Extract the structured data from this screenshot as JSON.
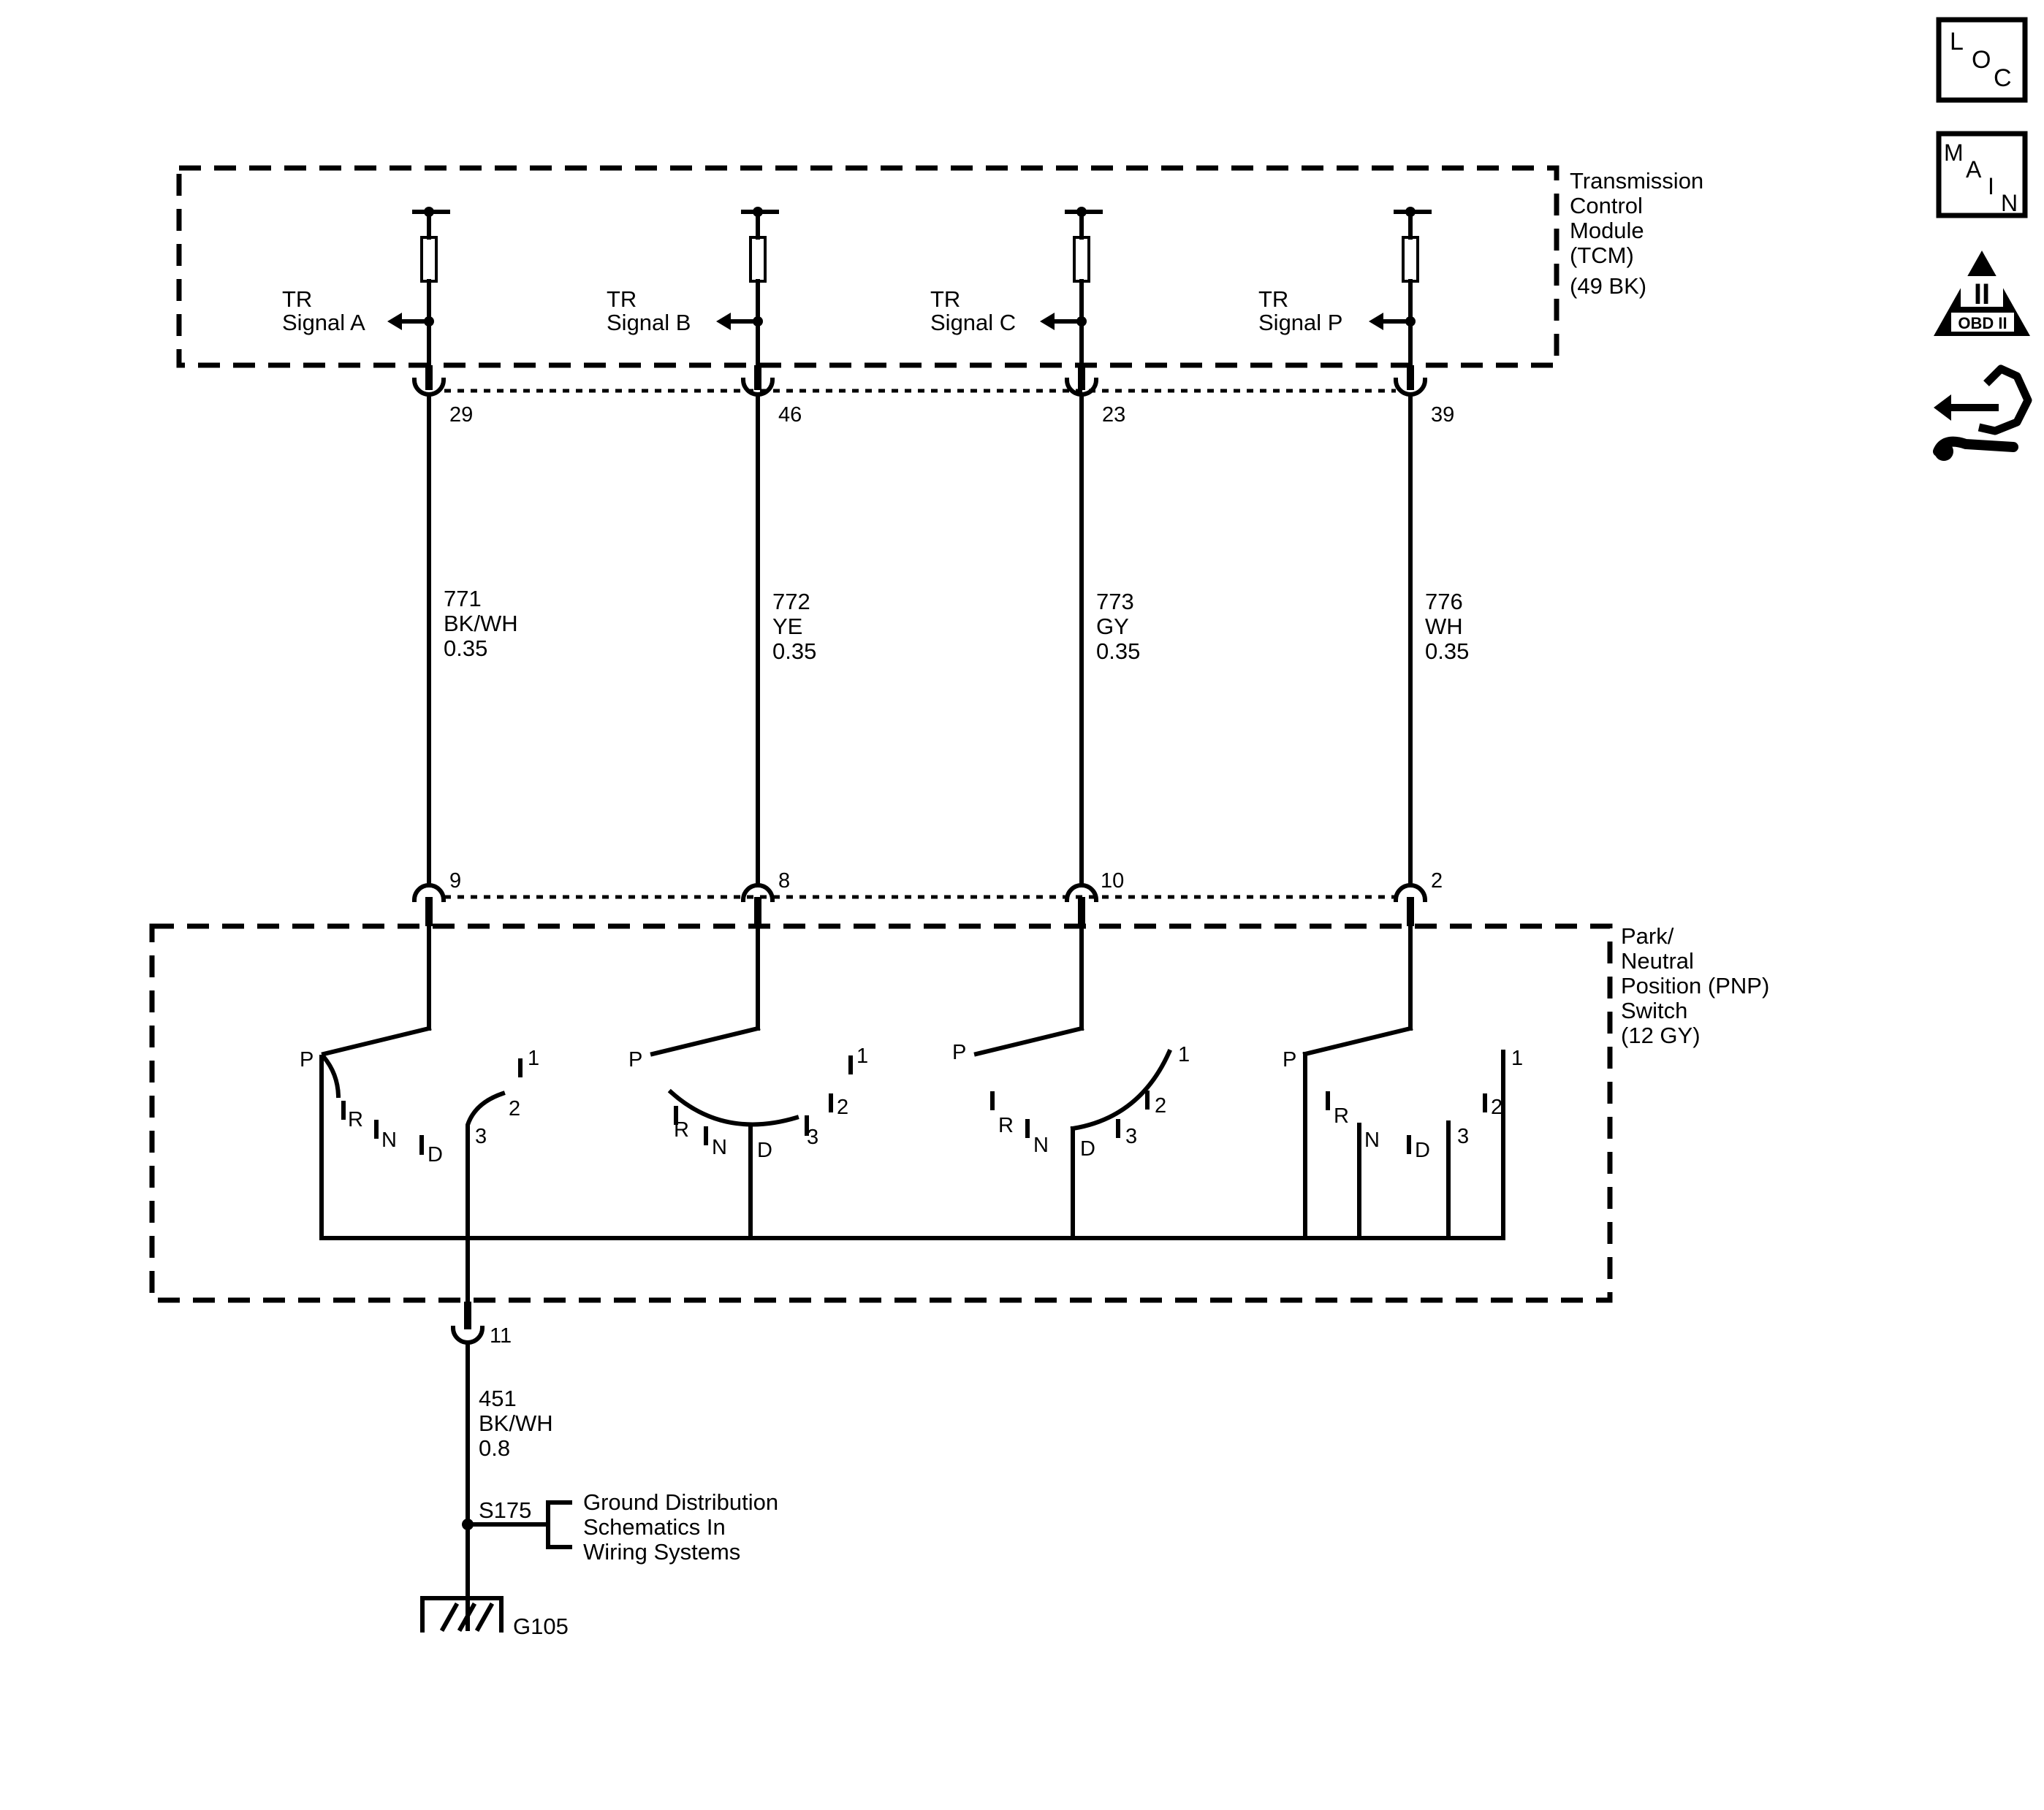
{
  "tcm": {
    "name_lines": [
      "Transmission",
      "Control",
      "Module",
      "(TCM)",
      "(49 BK)"
    ],
    "signals": [
      {
        "line1": "TR",
        "line2": "Signal A"
      },
      {
        "line1": "TR",
        "line2": "Signal B"
      },
      {
        "line1": "TR",
        "line2": "Signal C"
      },
      {
        "line1": "TR",
        "line2": "Signal P"
      }
    ],
    "pins": [
      "29",
      "46",
      "23",
      "39"
    ]
  },
  "wires": [
    {
      "circuit": "771",
      "color": "BK/WH",
      "gauge": "0.35"
    },
    {
      "circuit": "772",
      "color": "YE",
      "gauge": "0.35"
    },
    {
      "circuit": "773",
      "color": "GY",
      "gauge": "0.35"
    },
    {
      "circuit": "776",
      "color": "WH",
      "gauge": "0.35"
    }
  ],
  "pnp": {
    "name_lines": [
      "Park/",
      "Neutral",
      "Position (PNP)",
      "Switch",
      "(12 GY)"
    ],
    "pins": [
      "9",
      "8",
      "10",
      "2"
    ],
    "ground_pin": "11",
    "positions": {
      "p": "P",
      "r": "R",
      "n": "N",
      "d": "D",
      "three": "3",
      "two": "2",
      "one": "1"
    }
  },
  "ground": {
    "circuit": "451",
    "color": "BK/WH",
    "gauge": "0.8",
    "splice": "S175",
    "reference_lines": [
      "Ground Distribution",
      "Schematics In",
      "Wiring Systems"
    ],
    "ground_point": "G105"
  },
  "side_icons": {
    "loc": {
      "l1": "L",
      "l2": "O",
      "l3": "C"
    },
    "main": {
      "l1": "M",
      "l2": "A",
      "l3": "I",
      "l4": "N"
    },
    "obd": {
      "numeral": "II",
      "label": "OBD II"
    }
  }
}
